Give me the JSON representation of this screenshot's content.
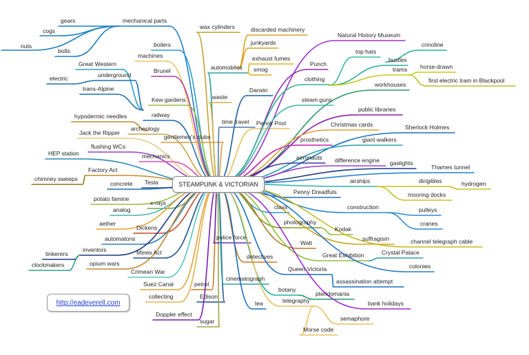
{
  "center": "STEAMPUNK & VICTORIAN",
  "link": "http://eadeverell.com",
  "nodes": {
    "mechanical_parts": "mechanical parts",
    "gears": "gears",
    "cogs": "cogs",
    "nuts": "nuts",
    "bolts": "bolts",
    "boilers": "boilers",
    "machines": "machines",
    "brunel": "Brunel",
    "great_western": "Great Western",
    "underground": "underground",
    "electric": "electric",
    "trans_alpine": "trans-Alpine",
    "kew_gardens": "Kew gardens",
    "railway": "railway",
    "hypodermic_needles": "hypodermic needles",
    "archeology": "archeology",
    "jack_the_ripper": "Jack the Ripper",
    "gentlemens_clubs": "gentlemen's clubs",
    "flushing_wcs": "flushing WCs",
    "mechanics": "mechanics",
    "hep_station": "HEP station",
    "factory_act": "Factory Act",
    "chimney_sweeps": "chimney sweeps",
    "concrete": "concrete",
    "tesla": "Tesla",
    "potato_famine": "potato famine",
    "x_rays": "x-rays",
    "analog": "analog",
    "aether": "aether",
    "dickens": "Dickens",
    "automatons": "automatons",
    "inventors": "inventors",
    "tinkerers": "tinkerers",
    "clockmakers": "clockmakers",
    "mines_act": "Mines Act",
    "opium_wars": "opium wars",
    "crimean_war": "Crimean War",
    "suez_canal": "Suez Canal",
    "collecting": "collecting",
    "petrol": "petrol",
    "edison": "Edison",
    "doppler_effect": "Doppler effect",
    "sugar": "sugar",
    "wax_cylinders": "wax cylinders",
    "discarded_machinery": "discarded machinery",
    "junkyards": "junkyards",
    "automobiles": "automobiles",
    "exhaust_fumes": "exhaust fumes",
    "smog": "smog",
    "waste": "waste",
    "darwin": "Darwin",
    "time_travel": "time travel",
    "penny_post": "Penny Post",
    "natural_history_museum": "Natural History Museum",
    "punch": "Punch",
    "top_hats": "top hats",
    "crinoline": "crinoline",
    "bustles": "bustles",
    "clothing": "clothing",
    "trams": "trams",
    "horse_drawn": "horse-drawn",
    "first_electric_tram": "first electric tram in Blackpool",
    "workhouses": "workhouses",
    "steam_guns": "steam guns",
    "public_libraries": "public libraries",
    "christmas_cards": "Christmas cards",
    "sherlock_holmes": "Sherlock Holmes",
    "prosthetics": "prosthetics",
    "giant_walkers": "giant walkers",
    "aeronauts": "aeronauts",
    "difference_engine": "difference engine",
    "gaslights": "gaslights",
    "thames_tunnel": "Thames tunnel",
    "airships": "airships",
    "dirigibles": "dirigibles",
    "hydrogen": "hydrogen",
    "penny_dreadfuls": "Penny Dreadfuls",
    "mooring_docks": "mooring docks",
    "class": "class",
    "construction": "construction",
    "pulleys": "pulleys",
    "cranes": "cranes",
    "photography": "photography",
    "kodak": "Kodak",
    "suffragism": "suffragism",
    "channel_telegraph_cable": "channel telegraph cable",
    "police_force": "police force",
    "watt": "Watt",
    "great_exhibition": "Great Exhibition",
    "crystal_palace": "Crystal Palace",
    "detectives": "detectives",
    "colonies": "colonies",
    "queen_victoria": "Queen Victoria",
    "assassination_attempt": "assassination attempt",
    "cinematograph": "cinematograph",
    "botany": "botany",
    "pteridomania": "pteridomania",
    "tea": "tea",
    "telegraphy": "telegraphy",
    "bank_holidays": "bank holidays",
    "semaphore": "semaphore",
    "morse_code": "Morse code"
  }
}
